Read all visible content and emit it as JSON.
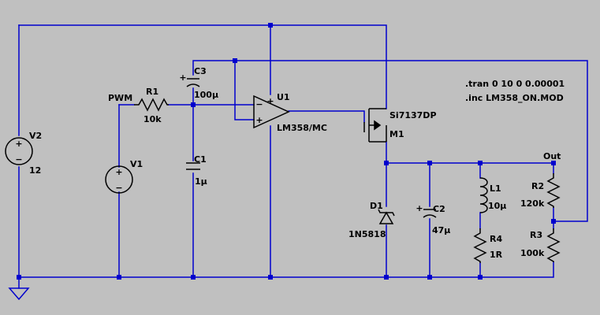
{
  "colors": {
    "background": "#c0c0c0",
    "wire": "#0000cd",
    "component": "#000000"
  },
  "directives": {
    "tran": ".tran 0 10 0 0.00001",
    "inc": ".inc LM358_ON.MOD"
  },
  "nets": {
    "pwm": "PWM",
    "out": "Out"
  },
  "components": {
    "v2": {
      "name": "V2",
      "value": "12"
    },
    "v1": {
      "name": "V1",
      "value": ""
    },
    "r1": {
      "name": "R1",
      "value": "10k"
    },
    "c3": {
      "name": "C3",
      "value": "100µ"
    },
    "c1": {
      "name": "C1",
      "value": "1µ"
    },
    "u1": {
      "name": "U1",
      "value": "LM358/MC"
    },
    "m1": {
      "name": "M1",
      "value": "Si7137DP"
    },
    "d1": {
      "name": "D1",
      "value": "1N5818"
    },
    "c2": {
      "name": "C2",
      "value": "47µ"
    },
    "l1": {
      "name": "L1",
      "value": "10µ"
    },
    "r4": {
      "name": "R4",
      "value": "1R"
    },
    "r2": {
      "name": "R2",
      "value": "120k"
    },
    "r3": {
      "name": "R3",
      "value": "100k"
    }
  },
  "symbols": {
    "plus": "+",
    "minus": "−"
  },
  "icons": {
    "ground": "ground-icon",
    "voltage_source": "voltage-source-icon"
  }
}
